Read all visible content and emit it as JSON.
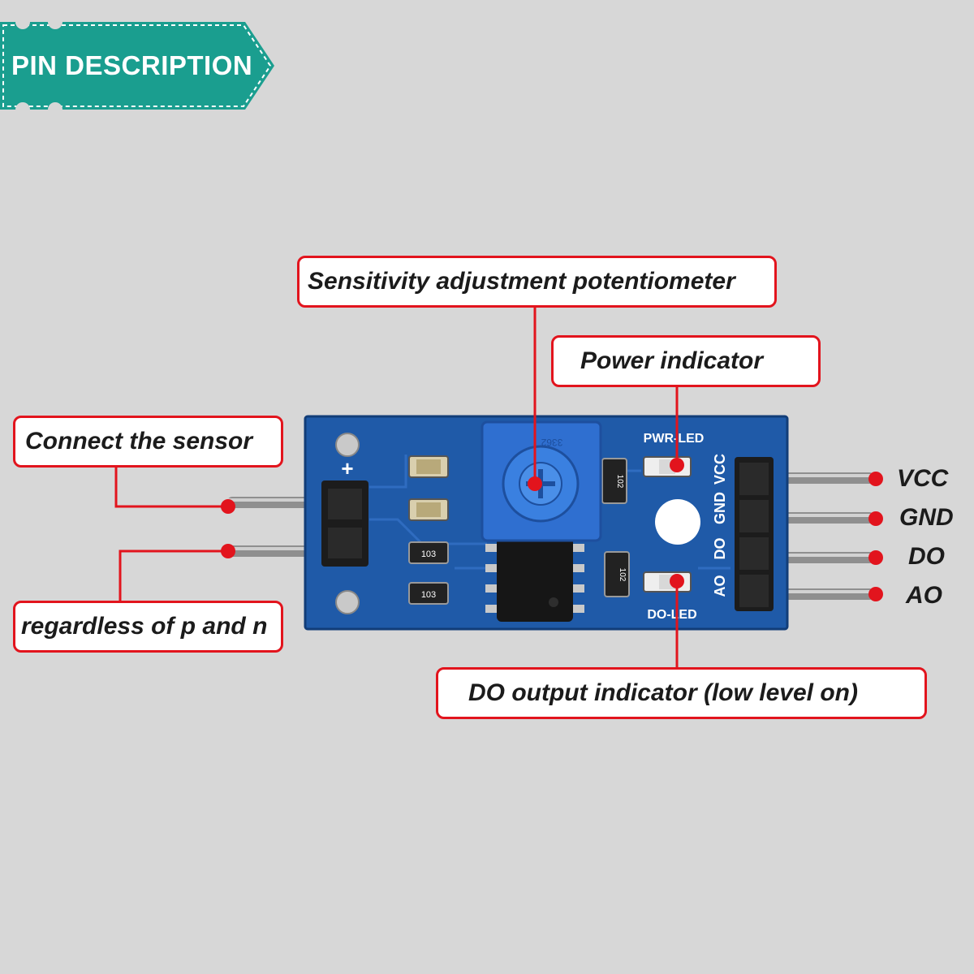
{
  "banner": {
    "title": "PIN DESCRIPTION",
    "color": "#1a9e8f"
  },
  "callouts": {
    "potentiometer": "Sensitivity adjustment potentiometer",
    "power": "Power indicator",
    "sensor": "Connect the sensor",
    "polarity": "regardless of p and n",
    "do_indicator": "DO output indicator (low level on)"
  },
  "pins": [
    "VCC",
    "GND",
    "DO",
    "AO"
  ],
  "board": {
    "pwr_led_label": "PWR-LED",
    "do_led_label": "DO-LED",
    "header_labels": [
      "VCC",
      "GND",
      "DO",
      "AO"
    ],
    "resistor_code": "103",
    "pot_code": "3362",
    "small_res_1": "102",
    "small_res_2": "102",
    "plus_sign": "+"
  },
  "colors": {
    "accent": "#e2141d",
    "pcb": "#1f5aa8",
    "pot": "#2f6fd0",
    "background": "#d7d7d7"
  }
}
